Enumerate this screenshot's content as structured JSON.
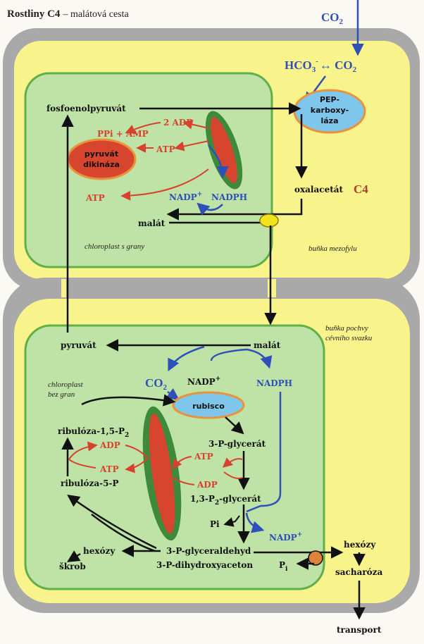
{
  "title": {
    "bold": "Rostliny C4",
    "rest": "– malátová cesta"
  },
  "colors": {
    "cell_wall": "#a9a9a9",
    "cytoplasm": "#f9f38c",
    "chloroplast_fill": "#bfe3a6",
    "chloroplast_border": "#5fb04a",
    "thylakoid_outer": "#3e8a3a",
    "thylakoid_inner": "#d8452e",
    "arrow_black": "#111111",
    "arrow_red": "#d8412e",
    "arrow_blue": "#2e50b8",
    "enzyme_blue": "#7fc6ec",
    "enzyme_border": "#e8933a",
    "transporter": "#f2e41a",
    "transporter2": "#e0823a"
  },
  "mesophyll": {
    "cell_label": "buňka mezofylu",
    "chloroplast_label": "chloroplast s grany",
    "co2": "CO",
    "co2_sub": "2",
    "hco3": "HCO",
    "hco3_sub": "3",
    "hco3_sup": "-",
    "equilibrium": "↔ CO",
    "equilibrium_sub": "2",
    "pep": "fosfoenolpyruvát",
    "pep_carboxylase": [
      "PEP-",
      "karboxy-",
      "láza"
    ],
    "oxaloacetate": "oxalacetát",
    "c4": "C4",
    "malate": "malát",
    "pyruvate_dikinase": [
      "pyruvát",
      "dikináza"
    ],
    "ppi_amp": "PPi + AMP",
    "two_adp": "2 ADP",
    "atp1": "ATP",
    "atp2": "ATP",
    "nadp": "NADP",
    "nadp_sup": "+",
    "nadph": "NADPH"
  },
  "bundle_sheath": {
    "cell_label": [
      "buňka pochvy",
      "cévního svazku"
    ],
    "chloroplast_label": [
      "chloroplast",
      "bez gran"
    ],
    "pyruvate": "pyruvát",
    "malate": "malát",
    "co2": "CO",
    "co2_sub": "2",
    "nadp": "NADP",
    "nadp_sup": "+",
    "nadph": "NADPH",
    "rubisco": "rubisco",
    "rubp": "ribulóza-1,5-P",
    "rubp_sub": "2",
    "ru5p": "ribulóza-5-P",
    "adp1": "ADP",
    "atp1": "ATP",
    "atp2": "ATP",
    "adp2": "ADP",
    "pga": "3-P-glycerát",
    "bpga": "1,3-P",
    "bpga_sub": "2",
    "bpga_rest": "-glycerát",
    "pi": "Pi",
    "nadp2": "NADP",
    "nadp2_sup": "+",
    "g3p": "3-P-glyceraldehyd",
    "dhap": "3-P-dihydroxyaceton",
    "hexoses_in": "hexózy",
    "starch": "škrob",
    "hexoses_out": "hexózy",
    "pi_out": "P",
    "pi_out_sub": "i",
    "sucrose": "sacharóza",
    "transport": "transport"
  }
}
